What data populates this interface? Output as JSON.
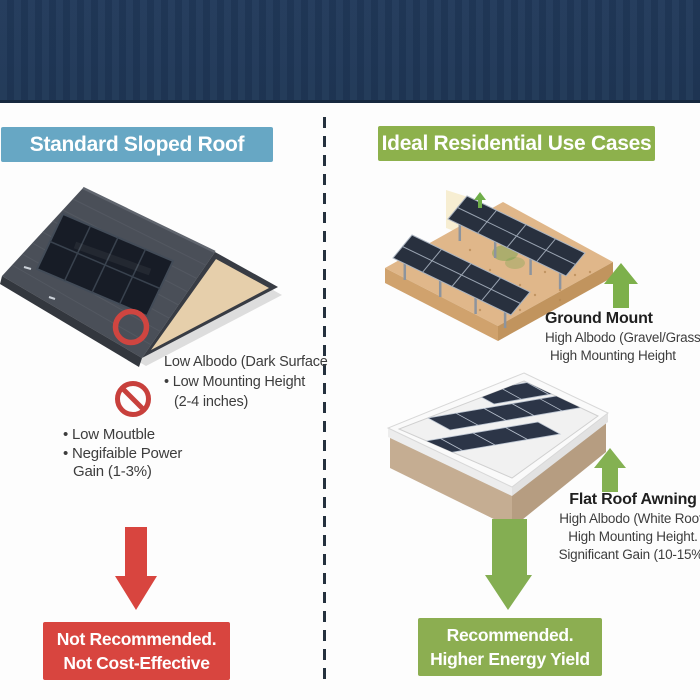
{
  "left": {
    "title": "Standard Sloped Roof",
    "callout": {
      "lines": [
        "Low Albodo (Dark Surface",
        "• Low Mounting Height",
        "(2-4 inches)"
      ]
    },
    "drawbacks": {
      "lines": [
        "• Low Moutble",
        "• Negifaible Power",
        "Gain (1-3%)"
      ]
    },
    "verdict": {
      "lines": [
        "Not Recommended.",
        "Not Cost-Effective"
      ]
    }
  },
  "right": {
    "title": "Ideal Residential Use Cases",
    "ground_mount": {
      "title": "Ground Mount",
      "lines": [
        "High Albodo (Gravel/Grass)",
        "High Mounting Height"
      ]
    },
    "flat_roof": {
      "title": "Flat Roof Awning",
      "lines": [
        "High Albodo (White Roof)",
        "High Mounting Height.",
        "Significant Gain (10-15%)"
      ]
    },
    "verdict": {
      "lines": [
        "Recommended.",
        "Higher Energy Yield"
      ]
    }
  },
  "colors": {
    "banner_navy": "#20395a",
    "header_blue": "#67a7c4",
    "header_green": "#8db14c",
    "negative_red": "#d8453f",
    "positive_green": "#8cae51",
    "arrow_green": "#7db04b",
    "roof_gray": "#4a4f58",
    "gable_tan": "#e6cfab",
    "ground_tan": "#e0b78a",
    "panel_dark": "#171c26"
  },
  "icons": {
    "no_entry": "prohibition sign",
    "red_down_arrow": "negative outcome arrow",
    "green_down_arrow": "positive outcome arrow",
    "green_up_arrow": "height gain arrow"
  }
}
